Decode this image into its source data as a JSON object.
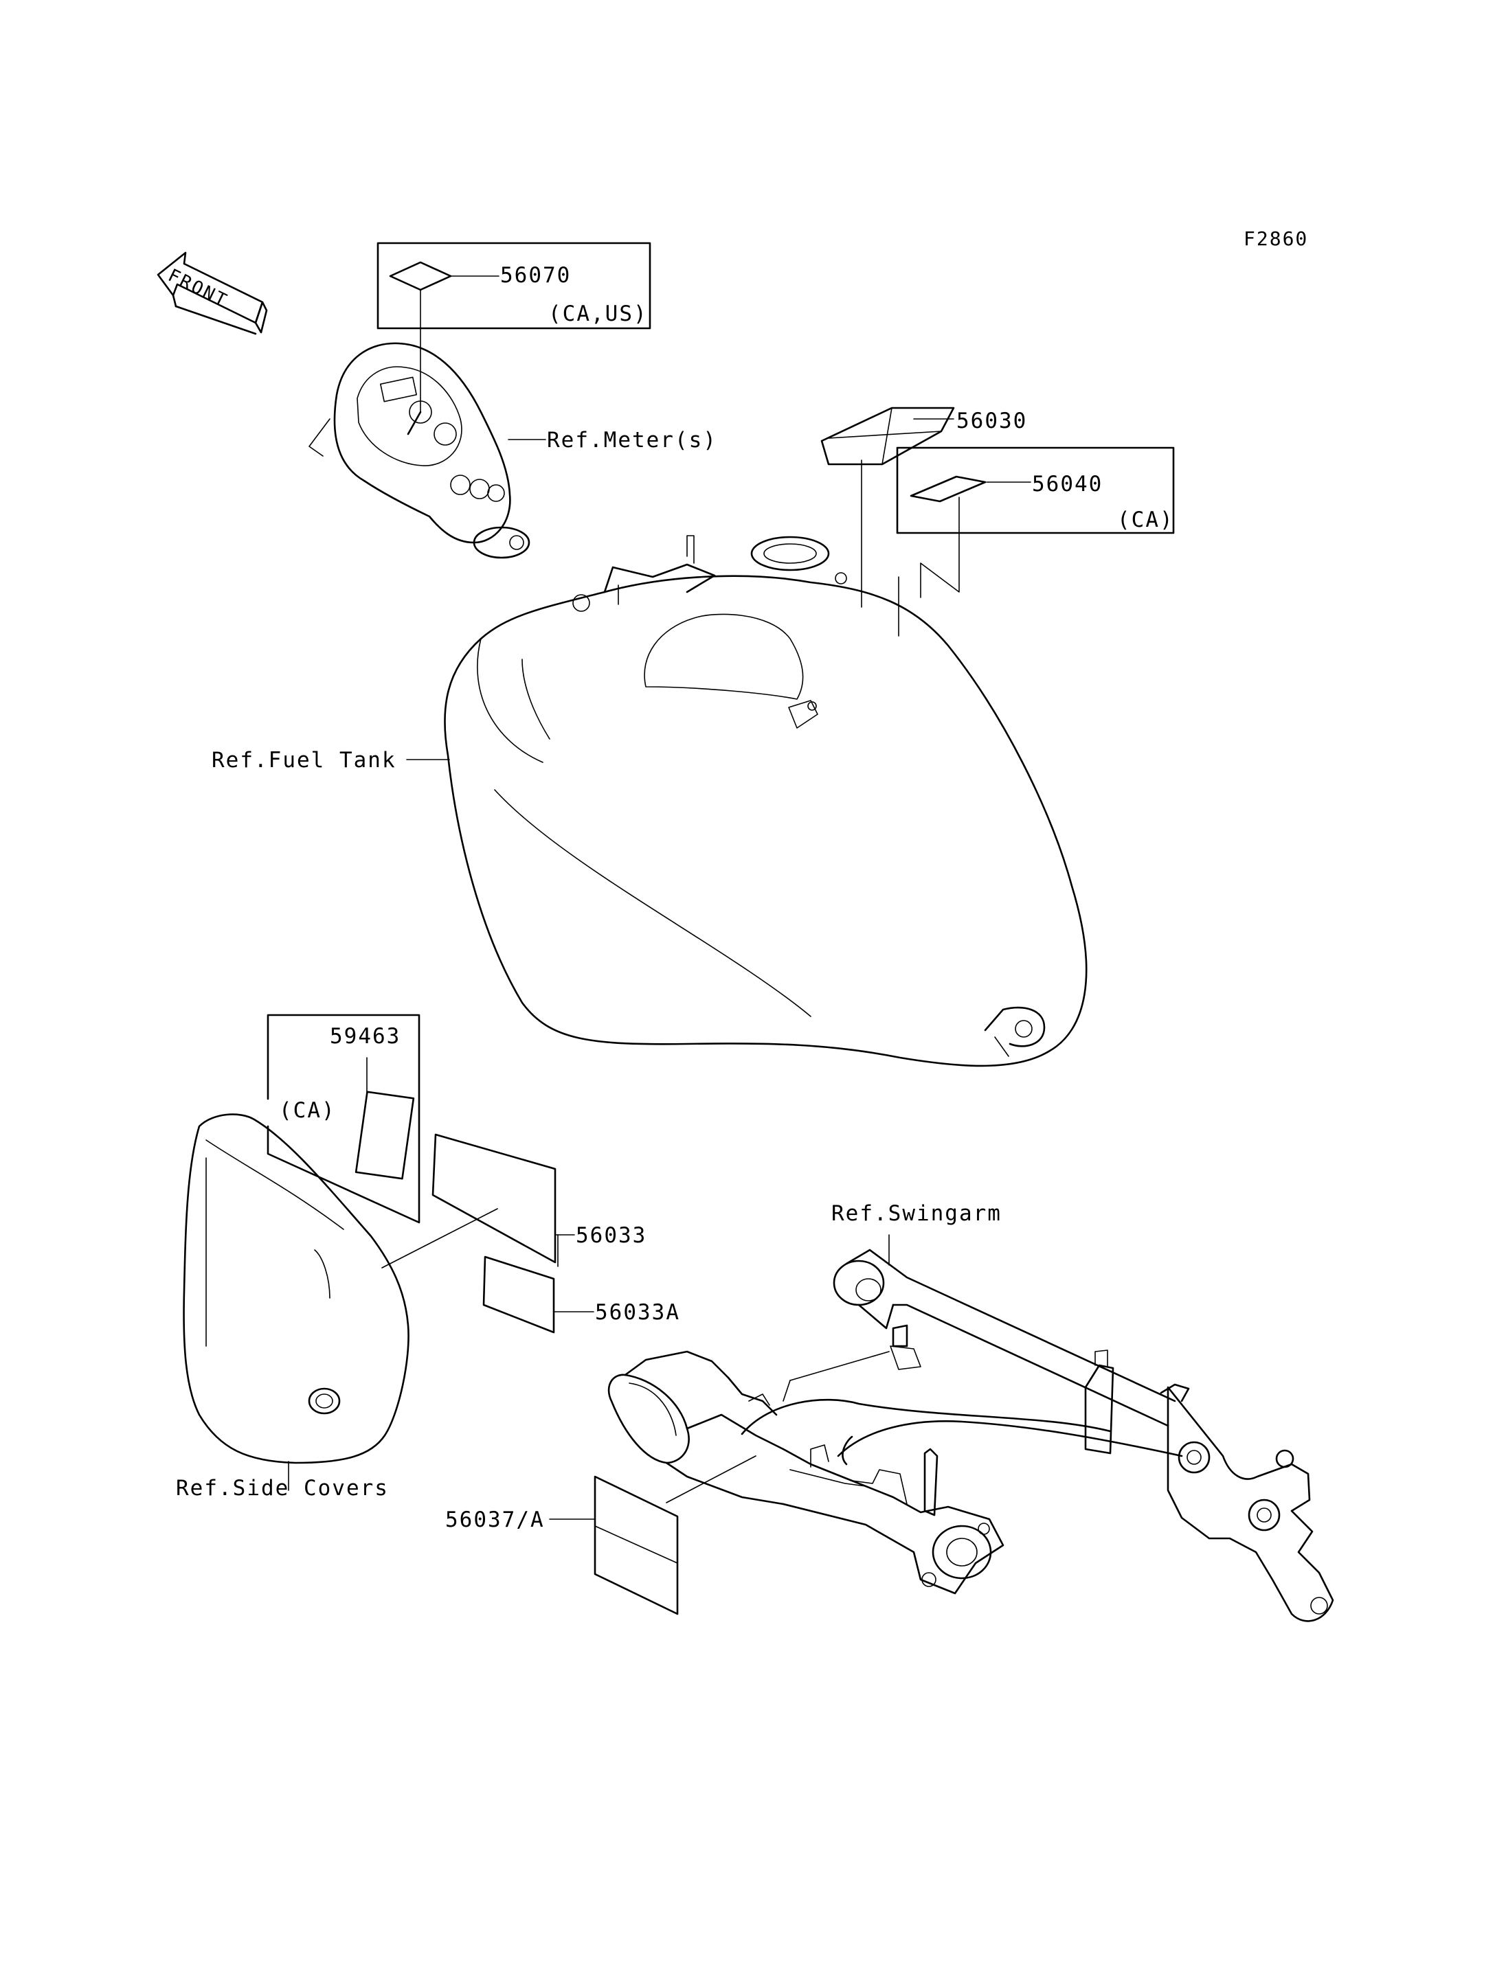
{
  "figure_code": "F2860",
  "front_marker": "FRONT",
  "callouts": {
    "p56070": {
      "number": "56070",
      "note": "(CA,US)"
    },
    "meter": "Ref.Meter(s)",
    "p56030": "56030",
    "p56040": {
      "number": "56040",
      "note": "(CA)"
    },
    "fuel_tank": "Ref.Fuel Tank",
    "p59463": {
      "number": "59463",
      "note": "(CA)"
    },
    "p56033": "56033",
    "p56033A": "56033A",
    "swingarm": "Ref.Swingarm",
    "side_covers": "Ref.Side Covers",
    "p56037": "56037/A"
  }
}
